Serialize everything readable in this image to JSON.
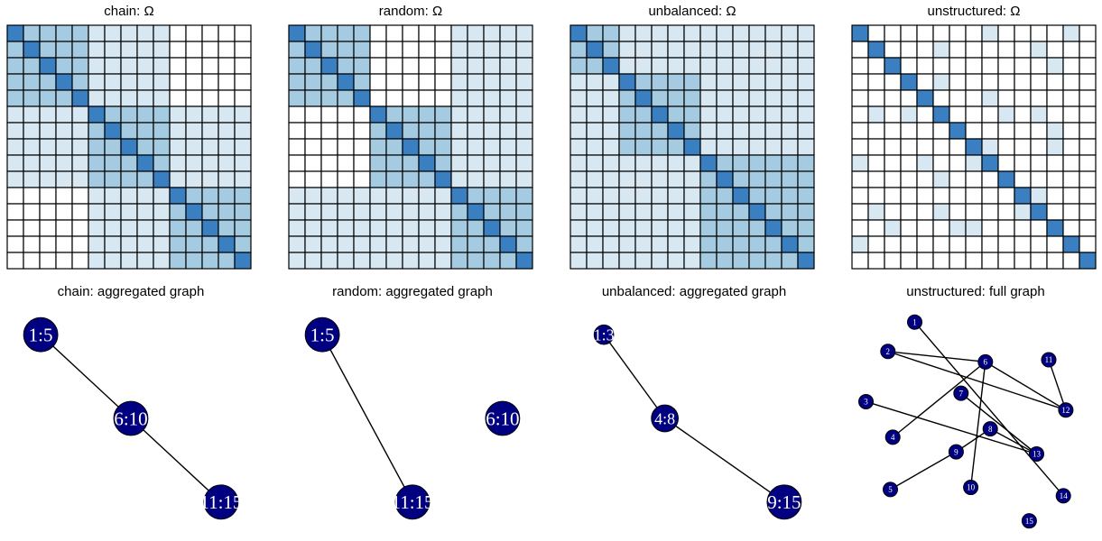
{
  "colors": {
    "diagonal": "#3a7fc1",
    "strong": "#a4cbe1",
    "weak": "#d8e8f2",
    "empty": "#ffffff",
    "grid": "#000000",
    "node": "#000080",
    "node_text": "#ffffff",
    "edge": "#000000"
  },
  "chart_data": [
    {
      "type": "heatmap",
      "title": "chain: Ω",
      "size": 15,
      "blocks": [
        [
          1,
          5
        ],
        [
          6,
          10
        ],
        [
          11,
          15
        ]
      ],
      "strong_pairs": [
        [
          1,
          1
        ],
        [
          2,
          2
        ],
        [
          3,
          3
        ]
      ],
      "weak_pairs": [
        [
          1,
          2
        ],
        [
          2,
          3
        ]
      ],
      "extra_weak": []
    },
    {
      "type": "heatmap",
      "title": "random: Ω",
      "size": 15,
      "blocks": [
        [
          1,
          5
        ],
        [
          6,
          10
        ],
        [
          11,
          15
        ]
      ],
      "strong_pairs": [
        [
          1,
          1
        ],
        [
          2,
          2
        ],
        [
          3,
          3
        ]
      ],
      "weak_pairs": [
        [
          1,
          3
        ],
        [
          2,
          3
        ]
      ],
      "extra_weak": []
    },
    {
      "type": "heatmap",
      "title": "unbalanced: Ω",
      "size": 15,
      "blocks": [
        [
          1,
          3
        ],
        [
          4,
          8
        ],
        [
          9,
          15
        ]
      ],
      "strong_pairs": [
        [
          1,
          1
        ],
        [
          2,
          2
        ],
        [
          3,
          3
        ]
      ],
      "weak_pairs": [
        [
          1,
          2
        ],
        [
          1,
          3
        ],
        [
          2,
          3
        ]
      ],
      "extra_weak": []
    },
    {
      "type": "heatmap",
      "title": "unstructured: Ω",
      "size": 15,
      "blocks": [],
      "strong_pairs": [],
      "weak_pairs": [],
      "extra_weak": [
        [
          1,
          14
        ],
        [
          2,
          6
        ],
        [
          2,
          12
        ],
        [
          3,
          13
        ],
        [
          4,
          6
        ],
        [
          5,
          9
        ],
        [
          6,
          10
        ],
        [
          7,
          13
        ],
        [
          8,
          9
        ],
        [
          8,
          13
        ],
        [
          11,
          12
        ],
        [
          6,
          12
        ],
        [
          1,
          9
        ]
      ]
    },
    {
      "type": "network",
      "title": "chain: aggregated graph",
      "nodes": [
        {
          "label": "1:5",
          "x": 0.13,
          "y": 0.1,
          "r": 0.07
        },
        {
          "label": "6:10",
          "x": 0.5,
          "y": 0.5,
          "r": 0.07
        },
        {
          "label": "11:15",
          "x": 0.87,
          "y": 0.9,
          "r": 0.07
        }
      ],
      "edges": [
        [
          0,
          1
        ],
        [
          1,
          2
        ]
      ]
    },
    {
      "type": "network",
      "title": "random: aggregated graph",
      "nodes": [
        {
          "label": "1:5",
          "x": 0.13,
          "y": 0.1,
          "r": 0.07
        },
        {
          "label": "6:10",
          "x": 0.87,
          "y": 0.5,
          "r": 0.07
        },
        {
          "label": "11:15",
          "x": 0.5,
          "y": 0.9,
          "r": 0.07
        }
      ],
      "edges": [
        [
          0,
          2
        ]
      ]
    },
    {
      "type": "network",
      "title": "unbalanced: aggregated graph",
      "nodes": [
        {
          "label": "1:3",
          "x": 0.13,
          "y": 0.1,
          "r": 0.04
        },
        {
          "label": "4:8",
          "x": 0.38,
          "y": 0.5,
          "r": 0.055
        },
        {
          "label": "9:15",
          "x": 0.87,
          "y": 0.9,
          "r": 0.07
        }
      ],
      "edges": [
        [
          0,
          1
        ],
        [
          1,
          2
        ]
      ]
    },
    {
      "type": "network",
      "title": "unstructured: full graph",
      "nodes": [
        {
          "label": "1",
          "x": 0.25,
          "y": 0.04
        },
        {
          "label": "2",
          "x": 0.14,
          "y": 0.18
        },
        {
          "label": "3",
          "x": 0.05,
          "y": 0.42
        },
        {
          "label": "4",
          "x": 0.16,
          "y": 0.59
        },
        {
          "label": "5",
          "x": 0.15,
          "y": 0.84
        },
        {
          "label": "6",
          "x": 0.54,
          "y": 0.23
        },
        {
          "label": "7",
          "x": 0.44,
          "y": 0.38
        },
        {
          "label": "8",
          "x": 0.56,
          "y": 0.55
        },
        {
          "label": "9",
          "x": 0.42,
          "y": 0.66
        },
        {
          "label": "10",
          "x": 0.48,
          "y": 0.83
        },
        {
          "label": "11",
          "x": 0.8,
          "y": 0.22
        },
        {
          "label": "12",
          "x": 0.87,
          "y": 0.46
        },
        {
          "label": "13",
          "x": 0.75,
          "y": 0.67
        },
        {
          "label": "14",
          "x": 0.86,
          "y": 0.87
        },
        {
          "label": "15",
          "x": 0.72,
          "y": 0.99
        }
      ],
      "edges": [
        [
          0,
          13
        ],
        [
          1,
          5
        ],
        [
          1,
          11
        ],
        [
          2,
          12
        ],
        [
          3,
          5
        ],
        [
          4,
          8
        ],
        [
          5,
          9
        ],
        [
          6,
          12
        ],
        [
          7,
          8
        ],
        [
          7,
          12
        ],
        [
          10,
          11
        ],
        [
          5,
          11
        ]
      ]
    }
  ]
}
